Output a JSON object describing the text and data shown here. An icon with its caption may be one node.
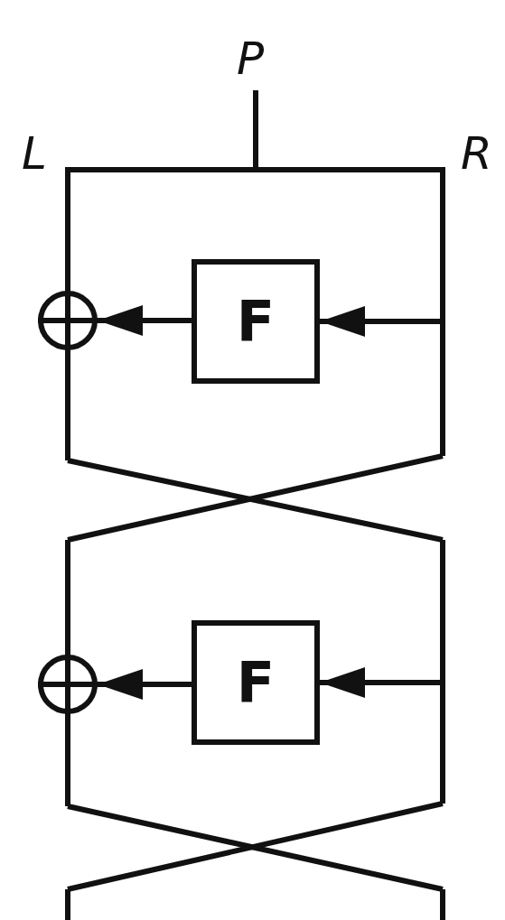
{
  "diagram": {
    "nodes": [
      {
        "text": [],
        "shape": "circle"
      },
      {
        "text": [
          "F"
        ]
      },
      {
        "text": [],
        "shape": "circle"
      },
      {
        "text": [
          "F"
        ]
      }
    ],
    "edges": [
      {
        "from": 1,
        "to": 0,
        "arrow": "to"
      },
      {
        "from": null,
        "to": 1,
        "arrow": "to"
      },
      {
        "from": 3,
        "to": 2,
        "arrow": "to"
      },
      {
        "from": null,
        "to": 3,
        "arrow": "to"
      }
    ],
    "labels": [
      "P",
      "L",
      "R"
    ]
  }
}
